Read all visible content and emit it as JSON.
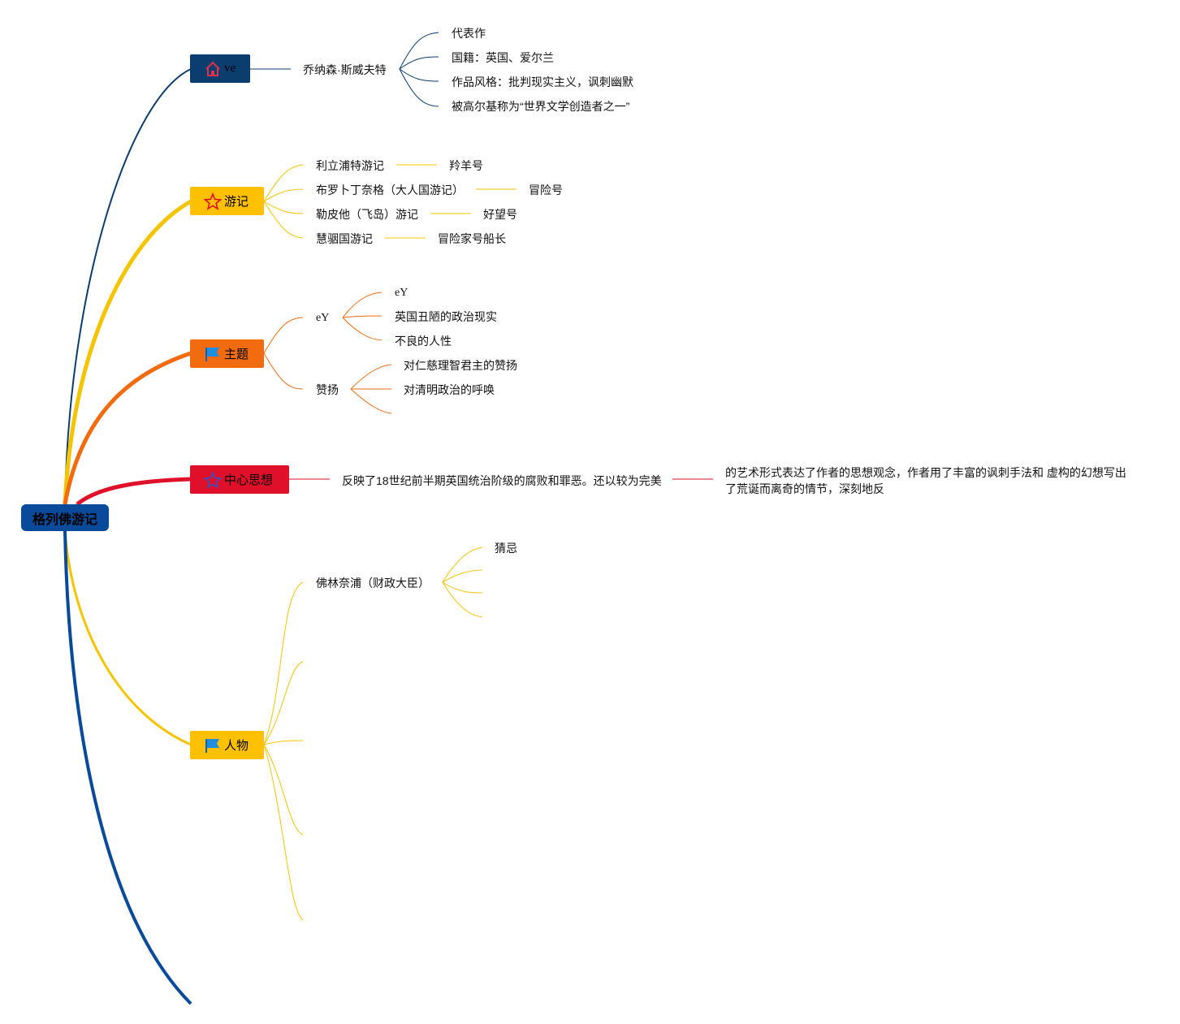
{
  "root": {
    "label": "格列佛游记"
  },
  "branches": {
    "ve": {
      "label": "ve",
      "color": "#0b3d6e",
      "icon": "home-icon",
      "author": "乔纳森·斯威夫特",
      "details": [
        "代表作",
        "国籍：英国、爱尔兰",
        "作品风格：批判现实主义，讽刺幽默",
        "被高尔基称为“世界文学创造者之一”"
      ]
    },
    "youji": {
      "label": "游记",
      "color": "#ffc000",
      "icon": "star-icon",
      "items": [
        {
          "name": "利立浦特游记",
          "ship": "羚羊号"
        },
        {
          "name": "布罗卜丁奈格（大人国游记）",
          "ship": "冒险号"
        },
        {
          "name": "勒皮他（飞岛）游记",
          "ship": "好望号"
        },
        {
          "name": "慧骃国游记",
          "ship": "冒险家号船长"
        }
      ]
    },
    "zhuti": {
      "label": "主题",
      "color": "#f26b0f",
      "icon": "flag-icon",
      "criticism": {
        "label": "eY",
        "items": [
          "eY",
          "英国丑陋的政治现实",
          "不良的人性"
        ]
      },
      "praise": {
        "label": "赞扬",
        "items": [
          "对仁慈理智君主的赞扬",
          "对清明政治的呼唤"
        ]
      }
    },
    "zhongxin": {
      "label": "中心思想",
      "color": "#e0102a",
      "icon": "star-outline-icon",
      "text1": "反映了18世纪前半期英国统治阶级的腐败和罪恶。还以较为完美",
      "text2": "的艺术形式表达了作者的思想观念，作者用了丰富的讽刺手法和 虚构的幻想写出了荒诞而离奇的情节，深刻地反"
    },
    "renwu": {
      "label": "人物",
      "color": "#ffc000",
      "icon": "flag-icon",
      "character": "佛林奈浦（财政大臣）",
      "trait": "猜忌"
    }
  },
  "colors": {
    "root_fill": "#0a4a9a",
    "ve_fill": "#0b3d6e",
    "youji_fill": "#ffc000",
    "zhuti_fill": "#f26b0f",
    "zhongxin_fill": "#e0102a",
    "renwu_fill": "#ffc000",
    "bottom_line": "#0a4a9a"
  }
}
